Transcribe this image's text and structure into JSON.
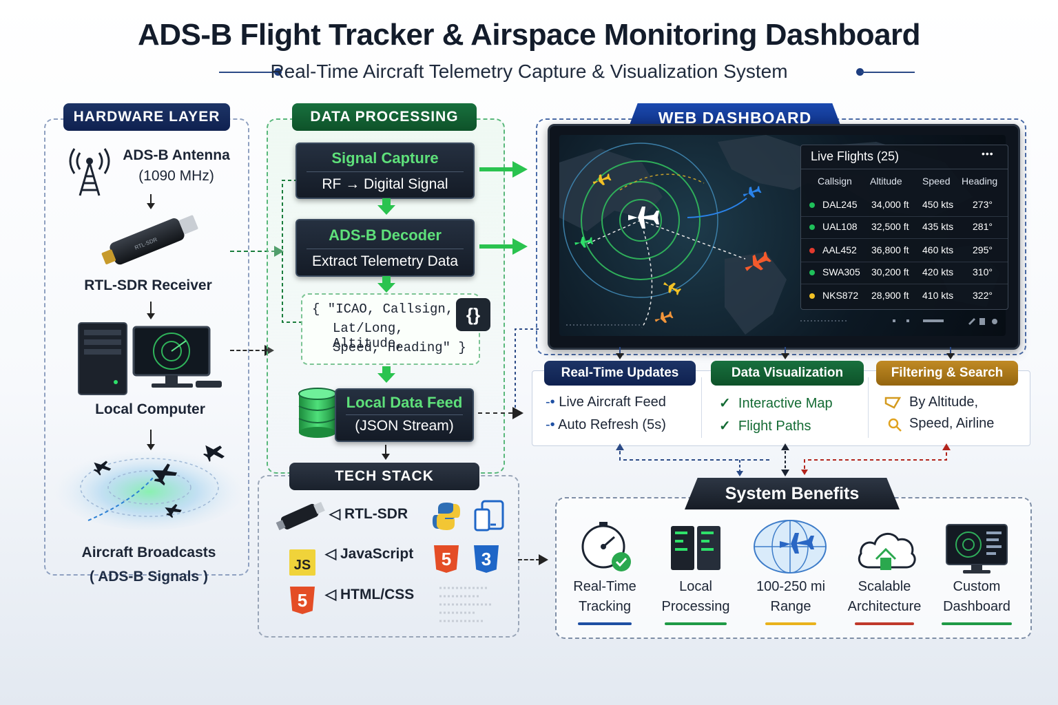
{
  "header": {
    "title": "ADS-B Flight Tracker & Airspace Monitoring Dashboard",
    "subtitle": "Real-Time Aircraft Telemetry Capture & Visualization System"
  },
  "hardware": {
    "section_title": "HARDWARE LAYER",
    "antenna_line1": "ADS-B Antenna",
    "antenna_line2": "(1090 MHz)",
    "receiver": "RTL-SDR Receiver",
    "computer": "Local Computer",
    "broadcast_line1": "Aircraft Broadcasts",
    "broadcast_line2": "( ADS-B Signals )"
  },
  "processing": {
    "section_title": "DATA PROCESSING",
    "capture_title": "Signal Capture",
    "capture_sub": "RF → Digital Signal",
    "decoder_title": "ADS-B Decoder",
    "decoder_sub": "Extract Telemetry Data",
    "json_line1": "{ \"ICAO, Callsign,",
    "json_line2": "Lat/Long, Altitude,",
    "json_line3": "Speed, Heading\"   }",
    "json_icon": "{}",
    "feed_title": "Local Data Feed",
    "feed_sub": "(JSON Stream)"
  },
  "tech_stack": {
    "section_title": "TECH STACK",
    "items": [
      "RTL-SDR",
      "JavaScript",
      "HTML/CSS"
    ],
    "js_badge": "JS",
    "html_badge": "5",
    "css_badge": "3"
  },
  "dashboard": {
    "section_title": "WEB DASHBOARD",
    "panel_title": "Live Flights (25)",
    "menu": "•••",
    "columns": [
      "Callsign",
      "Altitude",
      "Speed",
      "Heading"
    ],
    "rows": [
      {
        "callsign": "DAL245",
        "altitude": "34,000 ft",
        "speed": "450 kts",
        "heading": "273°",
        "color": "#1fc05a"
      },
      {
        "callsign": "UAL108",
        "altitude": "32,500 ft",
        "speed": "435 kts",
        "heading": "281°",
        "color": "#1fc05a"
      },
      {
        "callsign": "AAL452",
        "altitude": "36,800 ft",
        "speed": "460 kts",
        "heading": "295°",
        "color": "#e23a2e"
      },
      {
        "callsign": "SWA305",
        "altitude": "30,200 ft",
        "speed": "420 kts",
        "heading": "310°",
        "color": "#1fc05a"
      },
      {
        "callsign": "NKS872",
        "altitude": "28,900 ft",
        "speed": "410 kts",
        "heading": "322°",
        "color": "#f2c125"
      }
    ]
  },
  "features": {
    "realtime": {
      "title": "Real-Time Updates",
      "items": [
        "Live Aircraft Feed",
        "Auto Refresh (5s)"
      ]
    },
    "visualization": {
      "title": "Data Visualization",
      "items": [
        "Interactive Map",
        "Flight Paths"
      ]
    },
    "filtering": {
      "title": "Filtering & Search",
      "items": [
        "By Altitude,",
        "Speed, Airline"
      ]
    }
  },
  "benefits": {
    "section_title": "System Benefits",
    "items": [
      {
        "line1": "Real-Time",
        "line2": "Tracking",
        "color": "#1e4fa3"
      },
      {
        "line1": "Local",
        "line2": "Processing",
        "color": "#1f9a45"
      },
      {
        "line1": "100-250 mi",
        "line2": "Range",
        "color": "#e9b21c"
      },
      {
        "line1": "Scalable",
        "line2": "Architecture",
        "color": "#c0392b"
      },
      {
        "line1": "Custom",
        "line2": "Dashboard",
        "color": "#1f9a45"
      }
    ]
  }
}
